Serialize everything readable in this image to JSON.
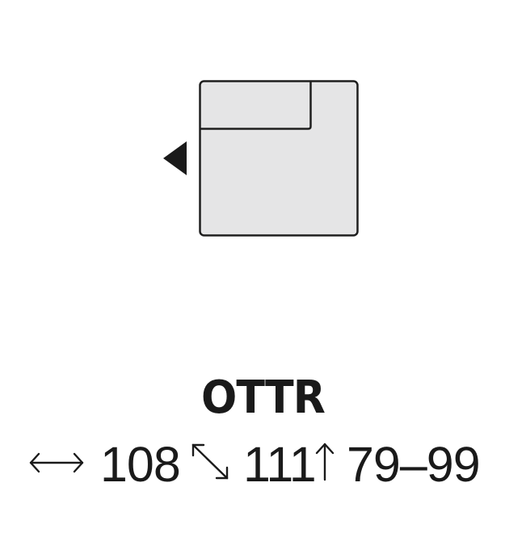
{
  "diagram": {
    "description": "Sofa module top view: seat with back cushion, left-pointing direction arrow",
    "fill_color": "#e5e5e6",
    "stroke_color": "#1e1e1e"
  },
  "model": {
    "name": "OTTR"
  },
  "dimensions": {
    "width_icon": "horizontal-double-arrow-icon",
    "width": "108",
    "depth_icon": "diagonal-double-arrow-icon",
    "depth": "111",
    "height_icon": "up-arrow-icon",
    "height": "79–99"
  }
}
